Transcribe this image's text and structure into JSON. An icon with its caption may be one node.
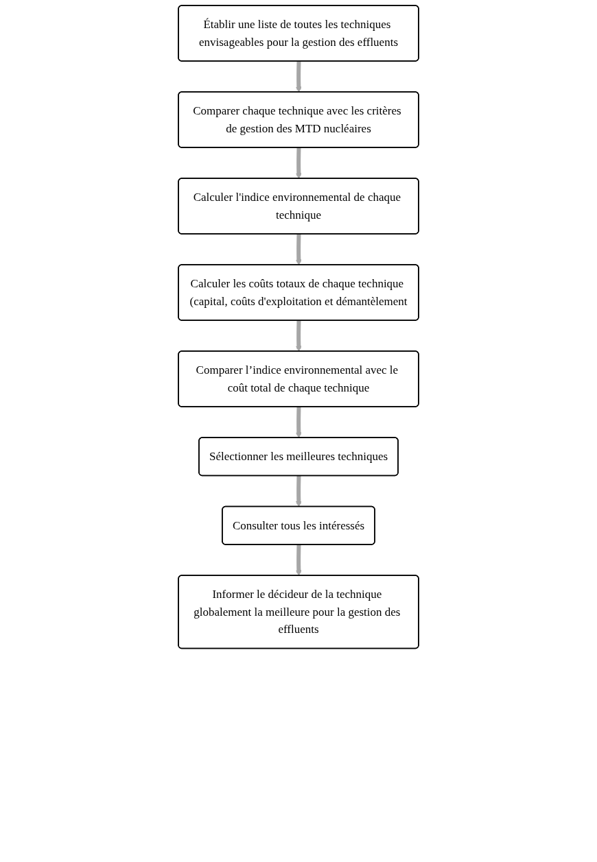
{
  "diagram": {
    "nodes": [
      {
        "text": [
          "Établir une liste de toutes les techniques envisageables pour la gestion des effluents"
        ]
      },
      {
        "text": [
          "Comparer chaque technique avec les critères de gestion des MTD nucléaires"
        ]
      },
      {
        "text": [
          "Calculer l'indice environnemental de chaque technique"
        ]
      },
      {
        "text": [
          "Calculer les coûts totaux de chaque technique (capital, coûts d'exploitation et démantèlement"
        ]
      },
      {
        "text": [
          "Comparer l’indice environnemental avec le coût total de chaque technique"
        ]
      },
      {
        "text": [
          "Sélectionner les meilleures techniques"
        ]
      },
      {
        "text": [
          "Consulter tous les intéressés"
        ]
      },
      {
        "text": [
          "Informer le décideur de la technique globalement la meilleure pour la gestion des effluents"
        ]
      }
    ],
    "edges": [
      {
        "from": 0,
        "to": 1,
        "arrow": "to"
      },
      {
        "from": 1,
        "to": 2,
        "arrow": "to"
      },
      {
        "from": 2,
        "to": 3,
        "arrow": "to"
      },
      {
        "from": 3,
        "to": 4,
        "arrow": "to"
      },
      {
        "from": 4,
        "to": 5,
        "arrow": "to"
      },
      {
        "from": 5,
        "to": 6,
        "arrow": "to"
      },
      {
        "from": 6,
        "to": 7,
        "arrow": "to"
      }
    ]
  }
}
